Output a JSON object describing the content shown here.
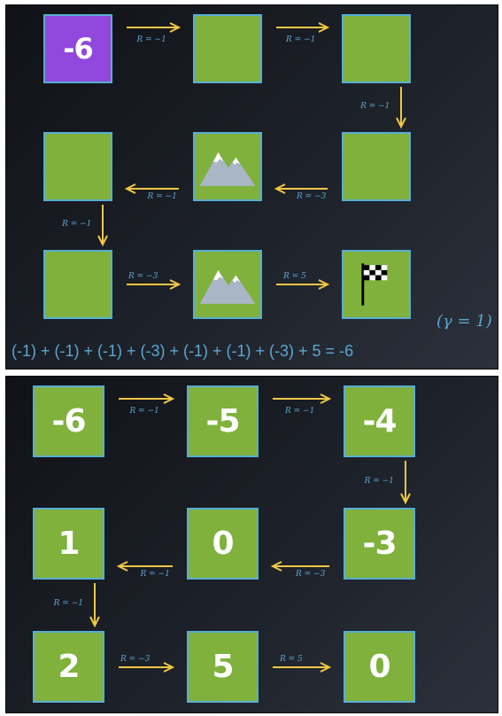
{
  "top": {
    "cells": [
      {
        "id": "r1c1",
        "value": "-6",
        "kind": "start"
      },
      {
        "id": "r1c2",
        "value": "",
        "kind": "grass"
      },
      {
        "id": "r1c3",
        "value": "",
        "kind": "grass"
      },
      {
        "id": "r2c1",
        "value": "",
        "kind": "grass"
      },
      {
        "id": "r2c2",
        "value": "",
        "kind": "mountain",
        "icon": "mountain-icon"
      },
      {
        "id": "r2c3",
        "value": "",
        "kind": "grass"
      },
      {
        "id": "r3c1",
        "value": "",
        "kind": "grass"
      },
      {
        "id": "r3c2",
        "value": "",
        "kind": "mountain",
        "icon": "mountain-icon"
      },
      {
        "id": "r3c3",
        "value": "",
        "kind": "goal",
        "icon": "checkered-flag-icon"
      }
    ],
    "transitions": [
      {
        "from": "r1c1",
        "to": "r1c2",
        "reward": "R = −1"
      },
      {
        "from": "r1c2",
        "to": "r1c3",
        "reward": "R = −1"
      },
      {
        "from": "r1c3",
        "to": "r2c3",
        "reward": "R = −1"
      },
      {
        "from": "r2c3",
        "to": "r2c2",
        "reward": "R = −3"
      },
      {
        "from": "r2c2",
        "to": "r2c1",
        "reward": "R = −1"
      },
      {
        "from": "r2c1",
        "to": "r3c1",
        "reward": "R = −1"
      },
      {
        "from": "r3c1",
        "to": "r3c2",
        "reward": "R = −3"
      },
      {
        "from": "r3c2",
        "to": "r3c3",
        "reward": "R = 5"
      }
    ],
    "gamma_label": "(γ = 1)",
    "equation": "(-1) + (-1) + (-1) + (-3) + (-1) + (-1) + (-3) + 5 = -6"
  },
  "bottom": {
    "cells": [
      {
        "id": "r1c1",
        "value": "-6"
      },
      {
        "id": "r1c2",
        "value": "-5"
      },
      {
        "id": "r1c3",
        "value": "-4"
      },
      {
        "id": "r2c1",
        "value": "1"
      },
      {
        "id": "r2c2",
        "value": "0"
      },
      {
        "id": "r2c3",
        "value": "-3"
      },
      {
        "id": "r3c1",
        "value": "2"
      },
      {
        "id": "r3c2",
        "value": "5"
      },
      {
        "id": "r3c3",
        "value": "0"
      }
    ],
    "transitions": [
      {
        "from": "r1c1",
        "to": "r1c2",
        "reward": "R = −1"
      },
      {
        "from": "r1c2",
        "to": "r1c3",
        "reward": "R = −1"
      },
      {
        "from": "r1c3",
        "to": "r2c3",
        "reward": "R = −1"
      },
      {
        "from": "r2c3",
        "to": "r2c2",
        "reward": "R = −3"
      },
      {
        "from": "r2c2",
        "to": "r2c1",
        "reward": "R = −1"
      },
      {
        "from": "r2c1",
        "to": "r3c1",
        "reward": "R = −1"
      },
      {
        "from": "r3c1",
        "to": "r3c2",
        "reward": "R = −3"
      },
      {
        "from": "r3c2",
        "to": "r3c3",
        "reward": "R = 5"
      }
    ]
  },
  "colors": {
    "grass": "#7fb13c",
    "start": "#9248dd",
    "border": "#57aed3",
    "arrow": "#f2c744",
    "label": "#5aa7d6"
  }
}
